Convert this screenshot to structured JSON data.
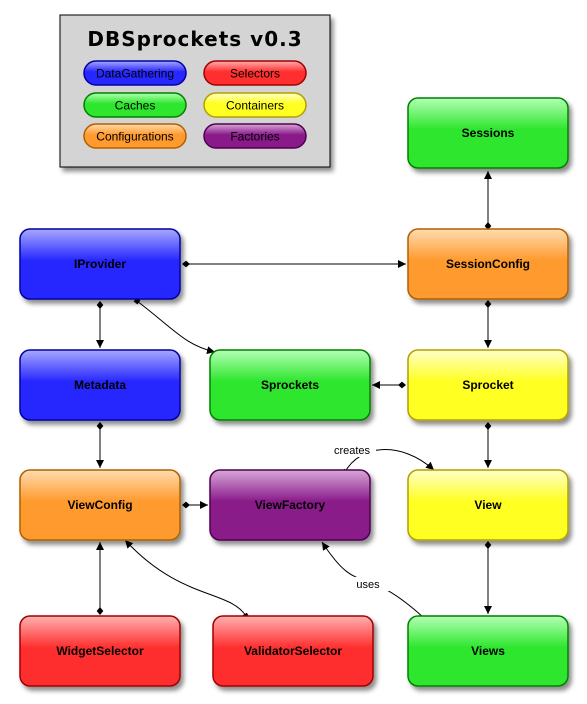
{
  "legend": {
    "title": "DBSprockets v0.3",
    "items": [
      {
        "label": "DataGathering",
        "category": "blue"
      },
      {
        "label": "Selectors",
        "category": "red"
      },
      {
        "label": "Caches",
        "category": "green"
      },
      {
        "label": "Containers",
        "category": "yellow"
      },
      {
        "label": "Configurations",
        "category": "orange"
      },
      {
        "label": "Factories",
        "category": "purple"
      }
    ]
  },
  "colors": {
    "blue": {
      "fill": "#2727ff",
      "light": "#a8a8ff",
      "stroke": "#0000a0"
    },
    "red": {
      "fill": "#ff2f2f",
      "light": "#ffb0b0",
      "stroke": "#a00000"
    },
    "green": {
      "fill": "#2ee62e",
      "light": "#b4ffb4",
      "stroke": "#008000"
    },
    "yellow": {
      "fill": "#ffff22",
      "light": "#ffffc8",
      "stroke": "#b0a000"
    },
    "orange": {
      "fill": "#ff9a2e",
      "light": "#ffdcb0",
      "stroke": "#b06000"
    },
    "purple": {
      "fill": "#8a1a8a",
      "light": "#d8a8d8",
      "stroke": "#500050"
    }
  },
  "nodes": [
    {
      "id": "sessions",
      "label": "Sessions",
      "category": "green"
    },
    {
      "id": "iprovider",
      "label": "IProvider",
      "category": "blue"
    },
    {
      "id": "sessionconfig",
      "label": "SessionConfig",
      "category": "orange"
    },
    {
      "id": "metadata",
      "label": "Metadata",
      "category": "blue"
    },
    {
      "id": "sprockets",
      "label": "Sprockets",
      "category": "green"
    },
    {
      "id": "sprocket",
      "label": "Sprocket",
      "category": "yellow"
    },
    {
      "id": "viewconfig",
      "label": "ViewConfig",
      "category": "orange"
    },
    {
      "id": "viewfactory",
      "label": "ViewFactory",
      "category": "purple"
    },
    {
      "id": "view",
      "label": "View",
      "category": "yellow"
    },
    {
      "id": "widgetselector",
      "label": "WidgetSelector",
      "category": "red"
    },
    {
      "id": "validatorselector",
      "label": "ValidatorSelector",
      "category": "red"
    },
    {
      "id": "views",
      "label": "Views",
      "category": "green"
    }
  ],
  "edges": [
    {
      "from": "sessionconfig",
      "to": "sessions",
      "label": ""
    },
    {
      "from": "iprovider",
      "to": "sessionconfig",
      "label": ""
    },
    {
      "from": "iprovider",
      "to": "metadata",
      "label": ""
    },
    {
      "from": "iprovider",
      "to": "sprockets",
      "label": ""
    },
    {
      "from": "sessionconfig",
      "to": "sprocket",
      "label": ""
    },
    {
      "from": "sprocket",
      "to": "sprockets",
      "label": ""
    },
    {
      "from": "metadata",
      "to": "viewconfig",
      "label": ""
    },
    {
      "from": "viewconfig",
      "to": "viewfactory",
      "label": ""
    },
    {
      "from": "viewfactory",
      "to": "view",
      "label": "creates"
    },
    {
      "from": "sprocket",
      "to": "view",
      "label": ""
    },
    {
      "from": "widgetselector",
      "to": "viewconfig",
      "label": ""
    },
    {
      "from": "validatorselector",
      "to": "viewconfig",
      "label": ""
    },
    {
      "from": "view",
      "to": "views",
      "label": ""
    },
    {
      "from": "views",
      "to": "viewfactory",
      "label": "uses"
    }
  ]
}
